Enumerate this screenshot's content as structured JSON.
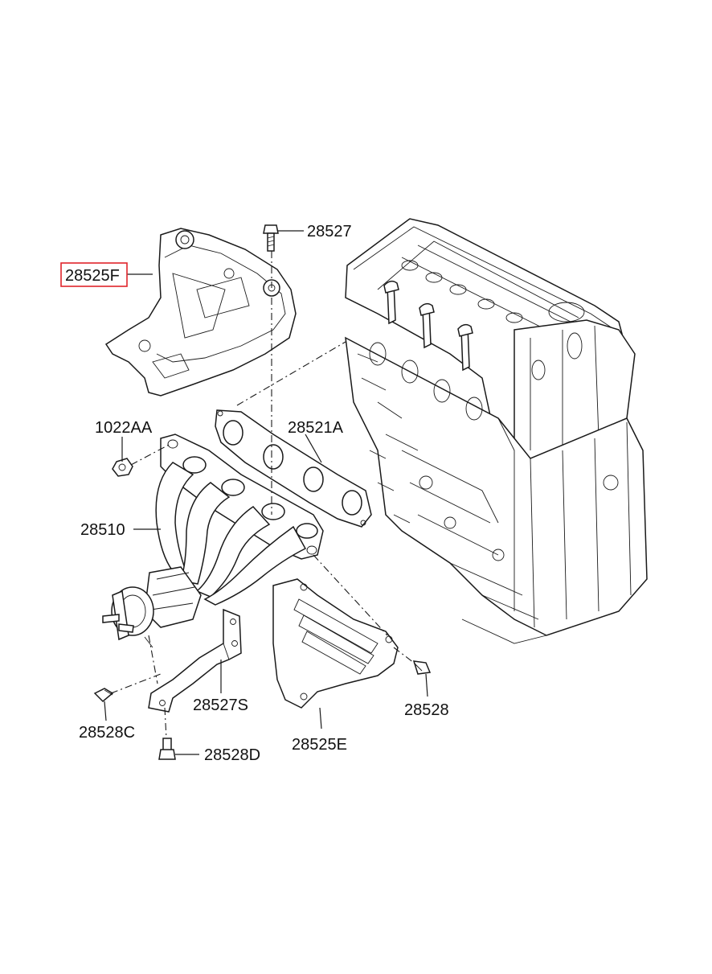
{
  "labels": {
    "p28525F": "28525F",
    "p28527": "28527",
    "p1022AA": "1022AA",
    "p28521A": "28521A",
    "p28510": "28510",
    "p28528": "28528",
    "p28527S": "28527S",
    "p28528C": "28528C",
    "p28525E": "28525E",
    "p28528D": "28528D"
  },
  "colors": {
    "highlight": "#e0242b",
    "line": "#1a1a1a"
  }
}
